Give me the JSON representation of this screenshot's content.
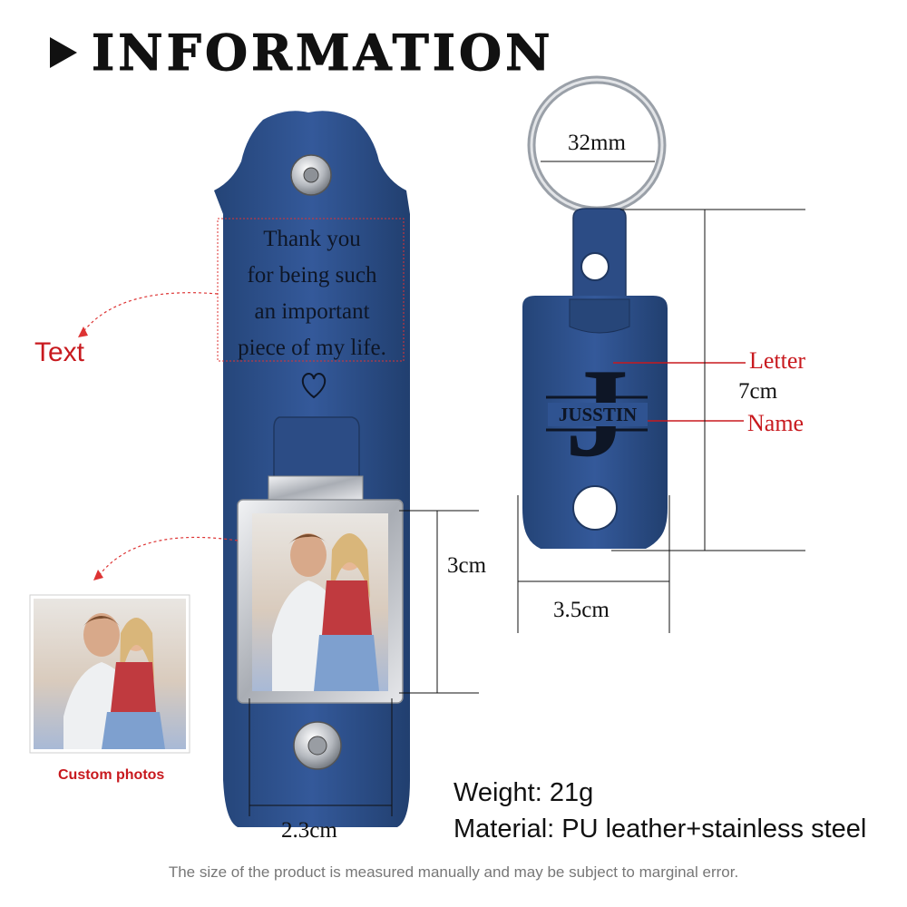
{
  "header": {
    "title": "INFORMATION"
  },
  "left_keychain": {
    "engraved_lines": [
      "Thank you",
      "for being such",
      "an important",
      "piece of my life."
    ],
    "callout_text": "Text",
    "callout_photo": "Custom photos",
    "dim_height": "3cm",
    "dim_width": "2.3cm"
  },
  "right_keychain": {
    "letter": "J",
    "name": "JUSSTIN",
    "callout_letter": "Letter",
    "callout_name": "Name",
    "dim_ring": "32mm",
    "dim_height": "7cm",
    "dim_width": "3.5cm"
  },
  "specs": {
    "weight": "Weight: 21g",
    "material": "Material: PU leather+stainless steel"
  },
  "footnote": "The size of the product is measured manually and may be subject to marginal error.",
  "colors": {
    "leather": "#2d4e85",
    "accent_red": "#c8191e",
    "steel": "#c9ccd1"
  },
  "icons": [
    "triangle-play-icon",
    "heart-icon",
    "snap-button-icon",
    "key-ring-icon",
    "dashed-arrow-icon"
  ]
}
